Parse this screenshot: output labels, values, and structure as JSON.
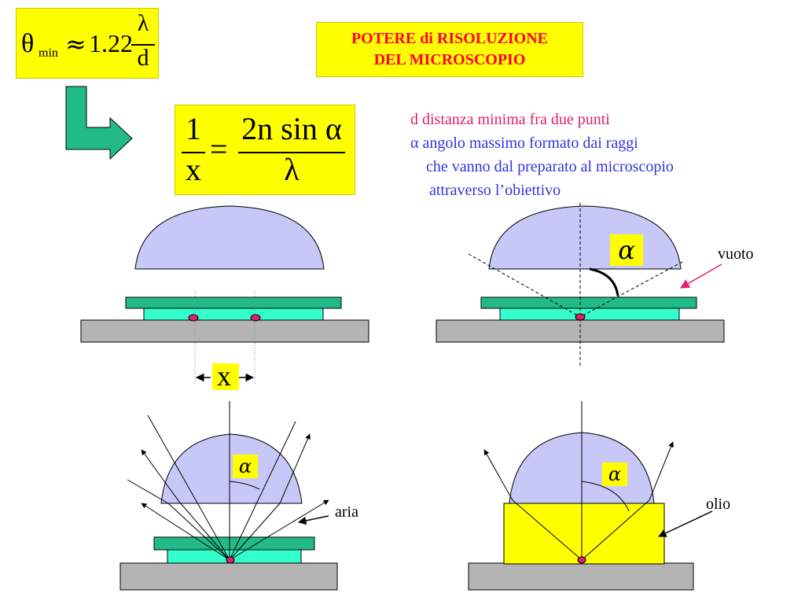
{
  "title": {
    "line1": "POTERE di RISOLUZIONE",
    "line2": "DEL MICROSCOPIO"
  },
  "formula1": {
    "theta": "θ",
    "sub": "min",
    "approx": "≈",
    "coef": "1.22",
    "num": "λ",
    "den": "d"
  },
  "formula2": {
    "lhs_num": "1",
    "lhs_den": "x",
    "eq": "=",
    "rhs_num": "2n sin α",
    "rhs_den": "λ"
  },
  "description": {
    "line1": "d distanza minima fra due punti",
    "line2": "α angolo massimo formato dai raggi",
    "line3": "che vanno dal preparato al microscopio",
    "line4": "attraverso l’obiettivo"
  },
  "labels": {
    "x": "x",
    "alpha": "α",
    "vuoto": "vuoto",
    "aria": "aria",
    "olio": "olio"
  },
  "colors": {
    "highlight": "#ffff00",
    "title": "#ff0033",
    "lens": "#c8c8f8",
    "slide": "#22bb88",
    "coverslip": "#33ffcc",
    "stage": "#b4b4b4",
    "point": "#e0206a",
    "arrow_shape": "#22bb88",
    "d_text": "#e0206a",
    "alpha_text": "#3333dd"
  }
}
